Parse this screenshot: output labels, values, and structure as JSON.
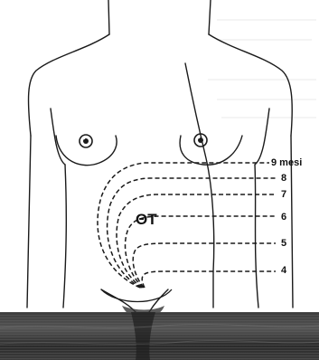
{
  "figure": {
    "center_label": "ΘT",
    "fundal_height_labels": [
      {
        "month": "9 mesi"
      },
      {
        "month": "8"
      },
      {
        "month": "7"
      },
      {
        "month": "6"
      },
      {
        "month": "5"
      },
      {
        "month": "4"
      }
    ]
  },
  "colors": {
    "line": "#1a1a1a",
    "page": "#ffffff",
    "photo_band_dark": "#2e2e2e",
    "photo_band_mid": "#5a5a5a"
  }
}
